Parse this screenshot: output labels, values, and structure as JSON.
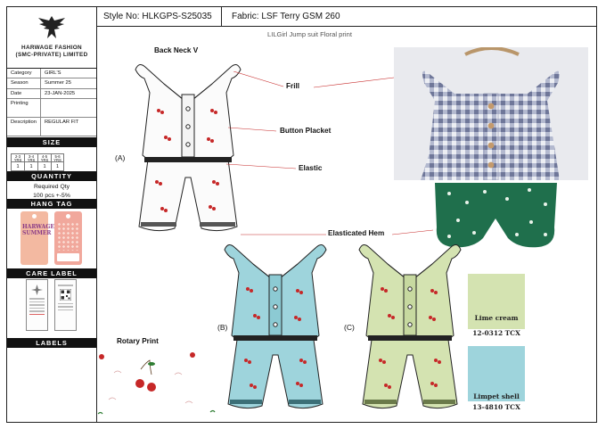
{
  "brand": {
    "line1": "HARWAGE FASHION",
    "line2": "(SMC-PRIVATE) LIMITED"
  },
  "meta": [
    {
      "k": "Category",
      "v": "GIRL'S"
    },
    {
      "k": "Season",
      "v": "Summer 25"
    },
    {
      "k": "Date",
      "v": "23-JAN-2025"
    },
    {
      "k": "Printing",
      "v": ""
    },
    {
      "k": "Description",
      "v": "REGULAR FIT"
    }
  ],
  "sections": {
    "size": "SIZE",
    "quantity": "QUANTITY",
    "hang_tag": "HANG TAG",
    "care_label": "CARE LABEL",
    "labels": "LABELS"
  },
  "sizes": [
    {
      "s": "2-3 YRS",
      "q": "1"
    },
    {
      "s": "3-4 YRS",
      "q": "1"
    },
    {
      "s": "4-5 YRS",
      "q": "1"
    },
    {
      "s": "5-6 YRS",
      "q": "1"
    }
  ],
  "quantity": {
    "label": "Required Qty",
    "value": "100 pcs +-5%"
  },
  "hang_tag_text": "HARWAGE SUMMER",
  "header": {
    "style_no": "Style No: HLKGPS-S25035",
    "fabric": "Fabric: LSF Terry GSM 260"
  },
  "subtitle": "LILGirl Jump suit Floral print",
  "callouts": {
    "back_neck": "Back Neck V",
    "frill": "Frill",
    "button_placket": "Button Placket",
    "elastic": "Elastic",
    "elasticated_hem": "Elasticated Hem",
    "rotary_print": "Rotary Print"
  },
  "variants": {
    "a": "(A)",
    "b": "(B)",
    "c": "(C)"
  },
  "swatches": [
    {
      "name": "Lime cream",
      "code": "12-0312 TCX",
      "color": "#d4e3b1"
    },
    {
      "name": "Limpet shell",
      "code": "13-4810 TCX",
      "color": "#9ed4dc"
    }
  ],
  "colors": {
    "cherry": "#c62828",
    "leaf": "#2e7d32",
    "gingham": "#7d86a8",
    "shorts": "#1f6f4c"
  },
  "icons": [
    "eagle-logo-icon",
    "cherry-icon",
    "button-icon"
  ]
}
